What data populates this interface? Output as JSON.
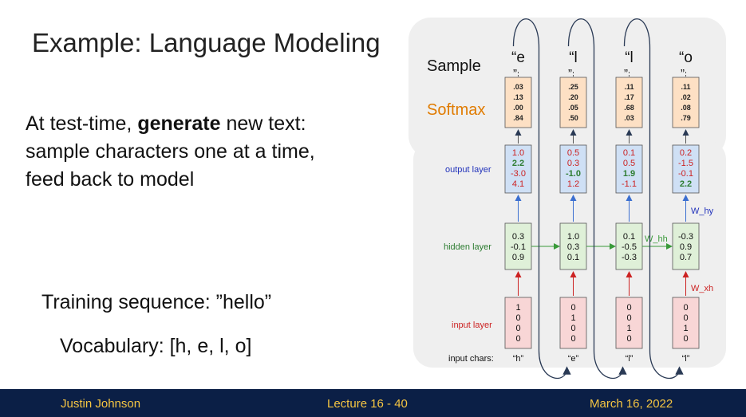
{
  "slide": {
    "title": "Example: Language Modeling",
    "body_pre": "At test-time, ",
    "body_bold": "generate",
    "body_post": " new text: sample characters one at a time, feed back to model",
    "training": "Training sequence: ”hello”",
    "vocabulary": "Vocabulary: [h, e, l, o]"
  },
  "diagram": {
    "sample_label": "Sample",
    "softmax_label": "Softmax",
    "output_label": "output layer",
    "hidden_label": "hidden layer",
    "input_label": "input layer",
    "input_chars_label": "input chars:",
    "w_hy": "W_hy",
    "w_hh": "W_hh",
    "w_xh": "W_xh",
    "columns": [
      {
        "sample_top": "“e",
        "sample_bot": "”",
        "softmax": [
          ".03",
          ".13",
          ".00",
          ".84"
        ],
        "output": [
          "1.0",
          "2.2",
          "-3.0",
          "4.1"
        ],
        "hidden": [
          "0.3",
          "-0.1",
          "0.9"
        ],
        "input": [
          "1",
          "0",
          "0",
          "0"
        ],
        "char": "“h”"
      },
      {
        "sample_top": "“l",
        "sample_bot": "”",
        "softmax": [
          ".25",
          ".20",
          ".05",
          ".50"
        ],
        "output": [
          "0.5",
          "0.3",
          "-1.0",
          "1.2"
        ],
        "hidden": [
          "1.0",
          "0.3",
          "0.1"
        ],
        "input": [
          "0",
          "1",
          "0",
          "0"
        ],
        "char": "“e”"
      },
      {
        "sample_top": "“l",
        "sample_bot": "”",
        "softmax": [
          ".11",
          ".17",
          ".68",
          ".03"
        ],
        "output": [
          "0.1",
          "0.5",
          "1.9",
          "-1.1"
        ],
        "hidden": [
          "0.1",
          "-0.5",
          "-0.3"
        ],
        "input": [
          "0",
          "0",
          "1",
          "0"
        ],
        "char": "“l”"
      },
      {
        "sample_top": "“o",
        "sample_bot": "”",
        "softmax": [
          ".11",
          ".02",
          ".08",
          ".79"
        ],
        "output": [
          "0.2",
          "-1.5",
          "-0.1",
          "2.2"
        ],
        "hidden": [
          "-0.3",
          "0.9",
          "0.7"
        ],
        "input": [
          "0",
          "0",
          "1",
          "0"
        ],
        "char": "“l”"
      }
    ],
    "highlight_rows": [
      1,
      2,
      2,
      3
    ],
    "colors": {
      "panel": "#efefef",
      "softmax_fill": "#fde0c4",
      "output_fill": "#cfe0f5",
      "hidden_fill": "#dff0d8",
      "input_fill": "#f8d6d6",
      "output_red": "#cc2222",
      "output_green": "#2e7d32",
      "blue_arrow": "#3b6fd0",
      "green_arrow": "#3a9a3a",
      "red_arrow": "#cc2222",
      "softmax_text": "#e07b00"
    }
  },
  "footer": {
    "author": "Justin Johnson",
    "lecture": "Lecture 16 -  40",
    "date": "March 16, 2022"
  }
}
